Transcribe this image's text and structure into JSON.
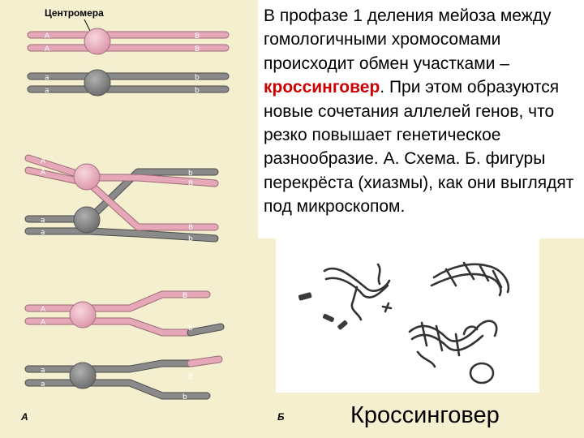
{
  "diagram": {
    "centromere_label": "Центромера",
    "panel_a_label": "А",
    "panel_b_label": "Б",
    "gene_labels": {
      "a_upper": "A",
      "a_lower": "a",
      "b_upper": "B",
      "b_lower": "b"
    }
  },
  "text_box": {
    "part1": "В профазе 1 деления мейоза между гомологичными хромосомами происходит обмен участками – ",
    "highlight": "кроссинговер",
    "part2": ". При этом образуются новые сочетания аллелей генов, что резко повышает генетическое разнообразие. А. Схема. Б. фигуры перекрёста (хиазмы), как они выглядят под микроскопом."
  },
  "caption": "Кроссинговер",
  "colors": {
    "background": "#f4efcf",
    "pink_chromatid": "#e6a8b8",
    "gray_chromatid": "#8a8a8a",
    "highlight": "#cc0000"
  }
}
